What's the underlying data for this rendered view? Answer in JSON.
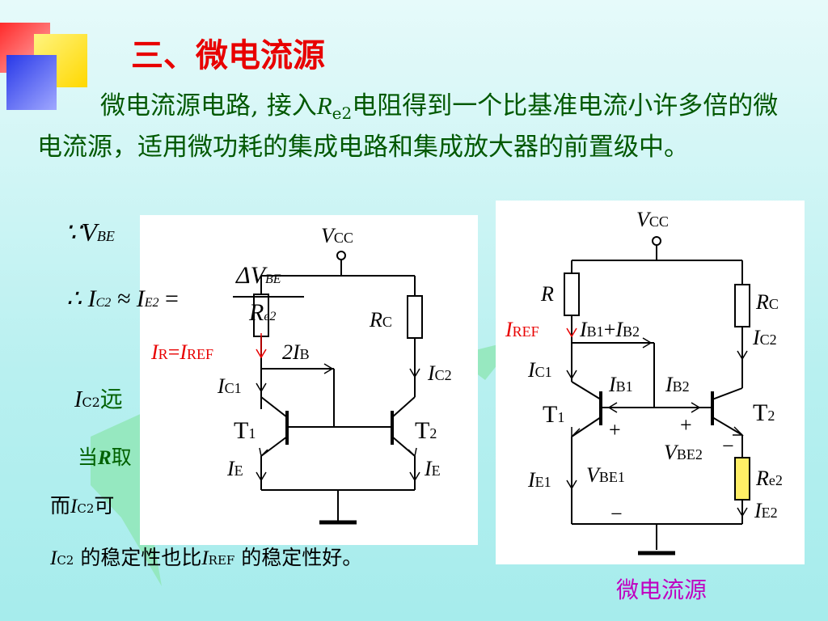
{
  "title": "三、微电流源",
  "para": {
    "text1": "微电流源电路, 接入",
    "r_letter": "R",
    "r_sub": "e2",
    "text2": "电阻得到一个比基准电流小许多倍的微电流源，适用微功耗的集成电路和集成放大器的前置级中。"
  },
  "formula1": {
    "symbol": "∵V",
    "sub": "BE"
  },
  "formula2": {
    "prefix": "∴ I",
    "sub1": "C2",
    "approx": "≈ I",
    "sub2": "E2",
    "eq": "=",
    "num": "ΔV",
    "num_sub": "BE",
    "den": "R",
    "den_sub": "e2"
  },
  "line3": {
    "i": "I",
    "sub": "C2",
    "text": "远"
  },
  "line4": {
    "text": "当",
    "r": "R",
    "text2": "取"
  },
  "line5": {
    "text": "而",
    "i": "I",
    "sub": "C2",
    "text2": "可"
  },
  "line6": {
    "i1": "I",
    "sub1": "C2",
    "text1": "的稳定性也比",
    "i2": "I",
    "sub2": "REF",
    "text2": "的稳定性好。"
  },
  "left_circuit": {
    "vcc": "V",
    "vcc_sub": "CC",
    "rc": "R",
    "rc_sub": "C",
    "r": "R",
    "ir_label": "I",
    "ir_sub": "R",
    "ir_eq": "=",
    "iref": "I",
    "iref_sub": "REF",
    "two_ib": "2I",
    "two_ib_sub": "B",
    "ic1": "I",
    "ic1_sub": "C1",
    "ic2": "I",
    "ic2_sub": "C2",
    "t1": "T",
    "t1_sub": "1",
    "t2": "T",
    "t2_sub": "2",
    "ie_left": "I",
    "ie_left_sub": "E",
    "ie_right": "I",
    "ie_right_sub": "E"
  },
  "right_circuit": {
    "vcc": "V",
    "vcc_sub": "CC",
    "r": "R",
    "rc": "R",
    "rc_sub": "C",
    "iref": "I",
    "iref_sub": "REF",
    "ib_sum": "I",
    "ib_sum_sub1": "B1",
    "ib_plus": "+",
    "ib_sum2": "I",
    "ib_sum_sub2": "B2",
    "ic2": "I",
    "ic2_sub": "C2",
    "ic1": "I",
    "ic1_sub": "C1",
    "ib1": "I",
    "ib1_sub": "B1",
    "ib2": "I",
    "ib2_sub": "B2",
    "t1": "T",
    "t1_sub": "1",
    "t2": "T",
    "t2_sub": "2",
    "plus1": "+",
    "plus2": "+",
    "minus1": "−",
    "minus2": "−",
    "vbe2": "V",
    "vbe2_sub": "BE2",
    "vbe1": "V",
    "vbe1_sub": "BE1",
    "ie1": "I",
    "ie1_sub": "E1",
    "re2": "R",
    "re2_sub": "e2",
    "ie2": "I",
    "ie2_sub": "E2"
  },
  "caption": "微电流源",
  "colors": {
    "title": "#e80000",
    "text": "#005800",
    "accent_red": "#e80000",
    "caption": "#c000c0",
    "re2_fill": "#ffee66"
  }
}
